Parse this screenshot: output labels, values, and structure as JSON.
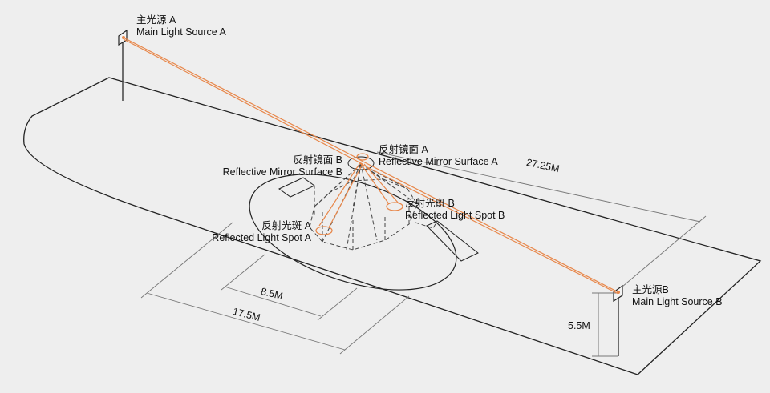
{
  "colors": {
    "background": "#eeeeee",
    "outline": "#222222",
    "dimension_line": "#666666",
    "light_ray": "#e8874a"
  },
  "labels": {
    "source_a": {
      "zh": "主光源 A",
      "en": "Main Light Source A"
    },
    "source_b": {
      "zh": "主光源B",
      "en": "Main Light Source B"
    },
    "mirror_a": {
      "zh": "反射镜面 A",
      "en": "Reflective Mirror Surface A"
    },
    "mirror_b": {
      "zh": "反射镜面 B",
      "en": "Reflective Mirror Surface B"
    },
    "spot_a": {
      "zh": "反射光斑 A",
      "en": "Reflected Light Spot A"
    },
    "spot_b": {
      "zh": "反射光斑 B",
      "en": "Reflected Light Spot B"
    }
  },
  "dimensions": {
    "distance_sources": "27.25M",
    "inner_width": "8.5M",
    "outer_width": "17.5M",
    "pole_height": "5.5M"
  }
}
